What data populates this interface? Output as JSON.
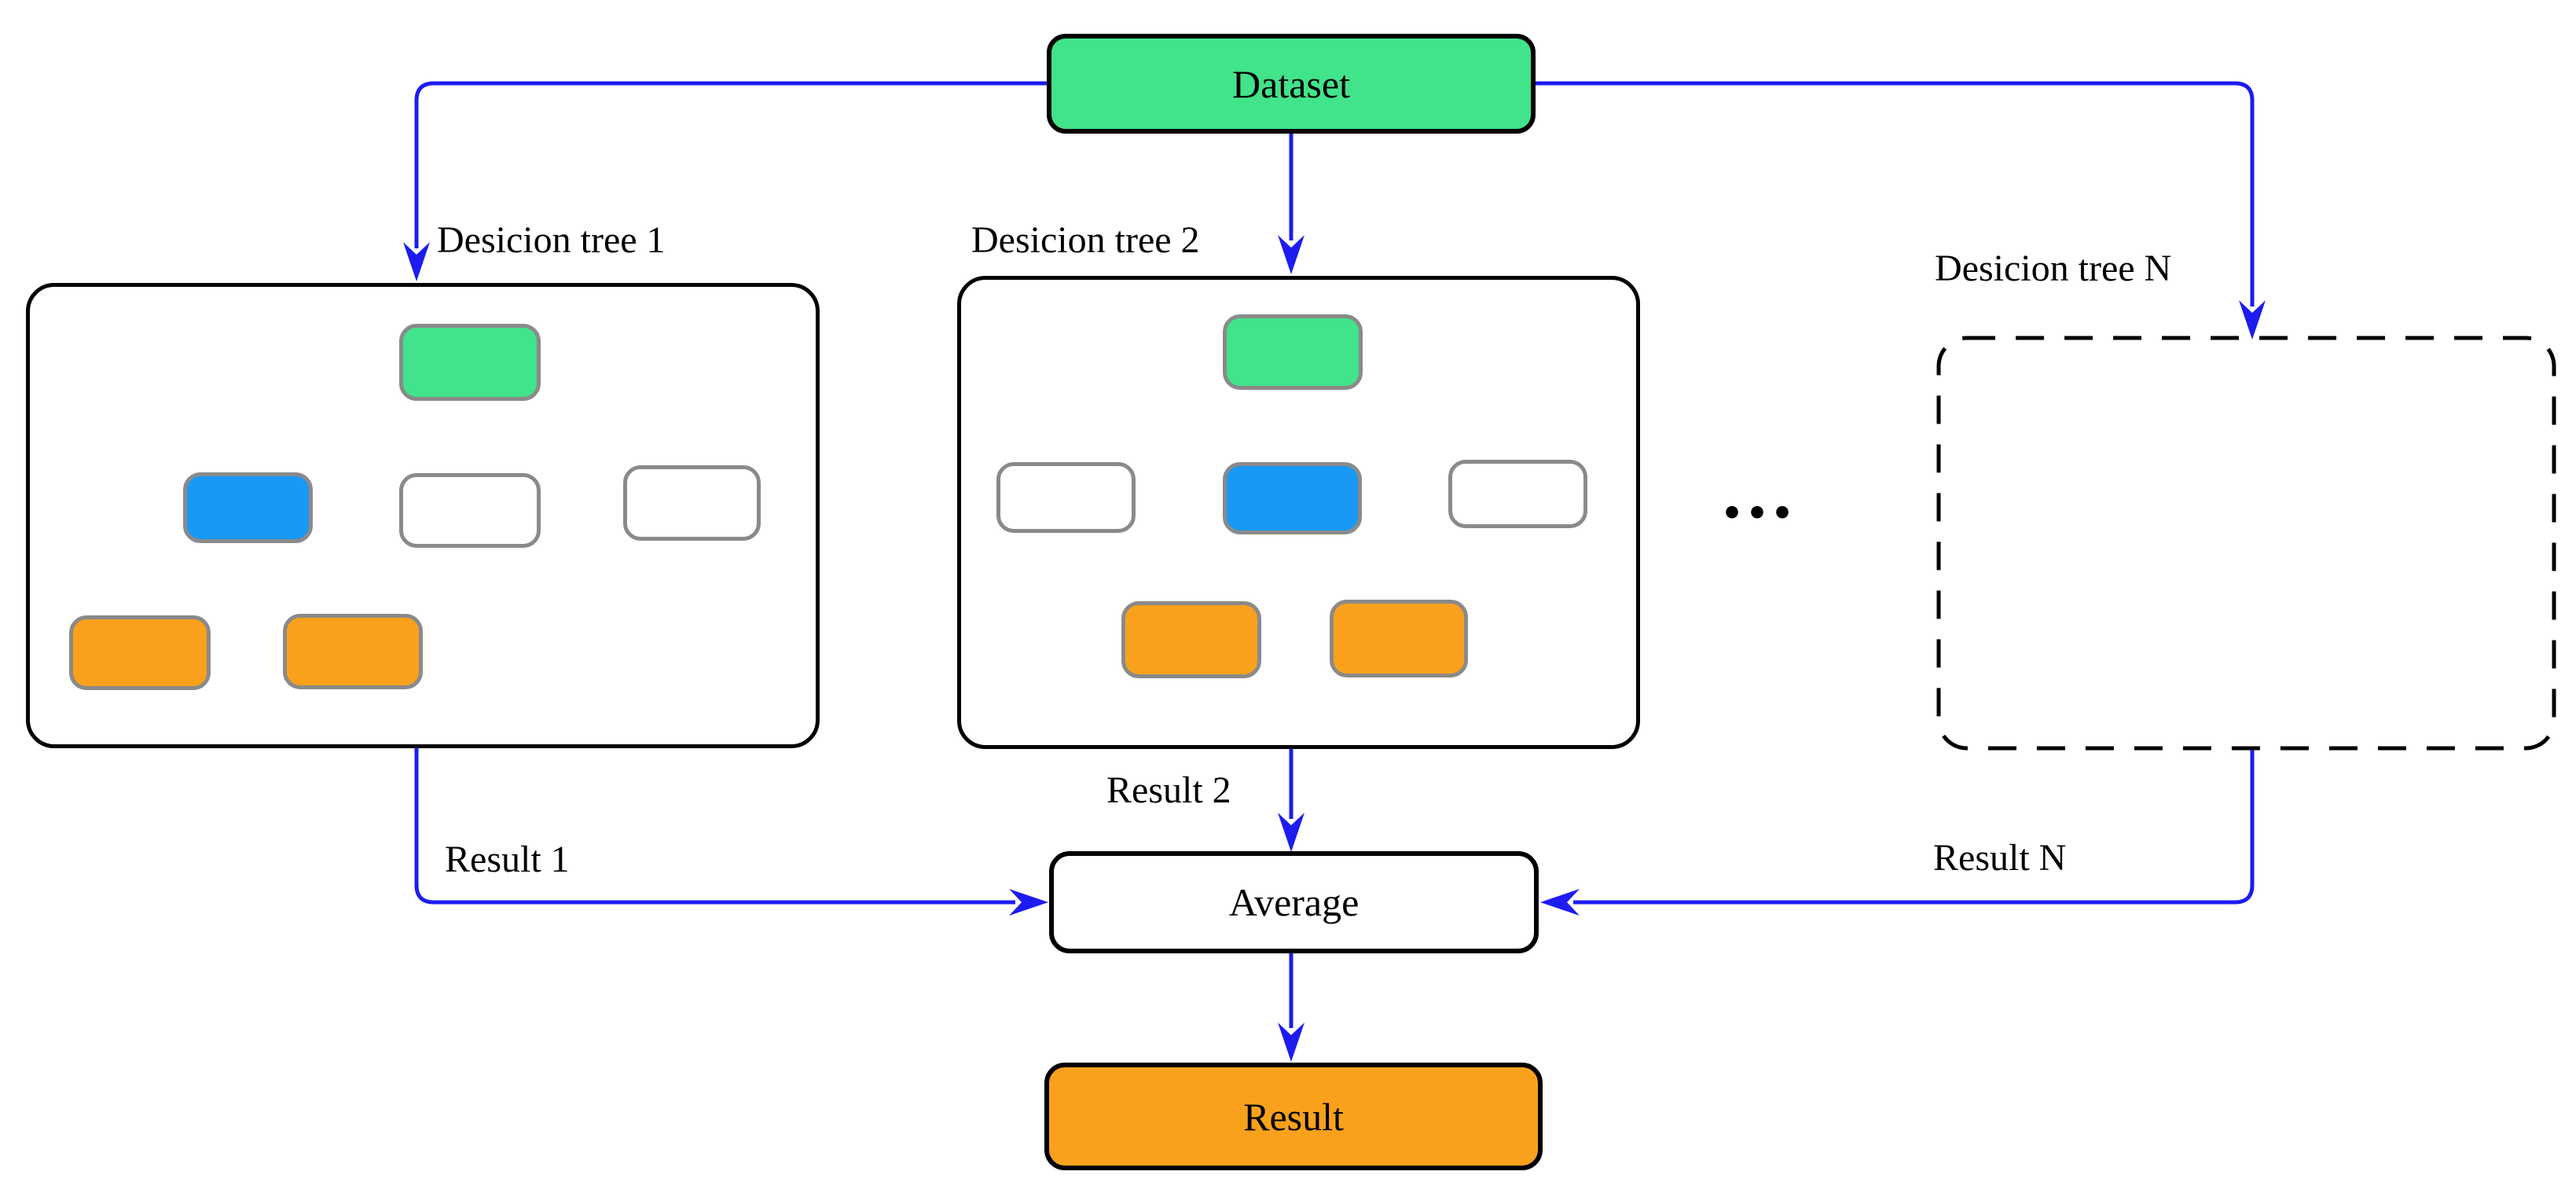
{
  "diagram": {
    "title_semantics": "random-forest ensemble flow diagram",
    "dataset_label": "Dataset",
    "average_label": "Average",
    "final_result_label": "Result",
    "ellipsis": "...",
    "trees": [
      {
        "label": "Desicion tree 1",
        "border": "solid",
        "root": "green",
        "level2": [
          "blue",
          "white",
          "white"
        ],
        "leaves_of_blue": [
          "orange",
          "orange"
        ],
        "result_label": "Result 1"
      },
      {
        "label": "Desicion tree 2",
        "border": "solid",
        "root": "green",
        "level2": [
          "white",
          "blue",
          "white"
        ],
        "leaves_of_blue": [
          "orange",
          "orange"
        ],
        "result_label": "Result 2"
      },
      {
        "label": "Desicion tree N",
        "border": "dashed",
        "empty": true,
        "result_label": "Result N"
      }
    ],
    "colors": {
      "green": "#41E38B",
      "azure": "#1899F5",
      "orange": "#F9A11C",
      "flow_blue": "#1C1CF0",
      "node_border_gray": "#8A8A8A",
      "outline_black": "#000000"
    }
  }
}
